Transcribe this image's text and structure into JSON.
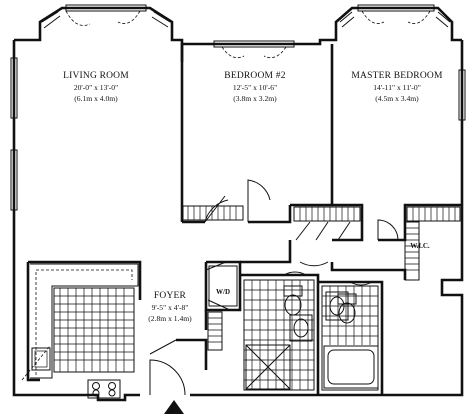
{
  "rooms": {
    "living_room": {
      "name": "LIVING ROOM",
      "dim_ft": "20'-0\" x 13'-0\"",
      "dim_m": "(6.1m x 4.0m)"
    },
    "bedroom2": {
      "name": "BEDROOM #2",
      "dim_ft": "12'-5\" x 10'-6\"",
      "dim_m": "(3.8m x 3.2m)"
    },
    "master_bedroom": {
      "name": "MASTER BEDROOM",
      "dim_ft": "14'-11\" x 11'-0\"",
      "dim_m": "(4.5m x 3.4m)"
    },
    "foyer": {
      "name": "FOYER",
      "dim_ft": "9'-5\" x 4'-8\"",
      "dim_m": "(2.8m x 1.4m)"
    }
  },
  "labels": {
    "wd": "W/D",
    "wic": "W.I.C."
  },
  "icons": {
    "entry": "entry-arrow-icon"
  }
}
